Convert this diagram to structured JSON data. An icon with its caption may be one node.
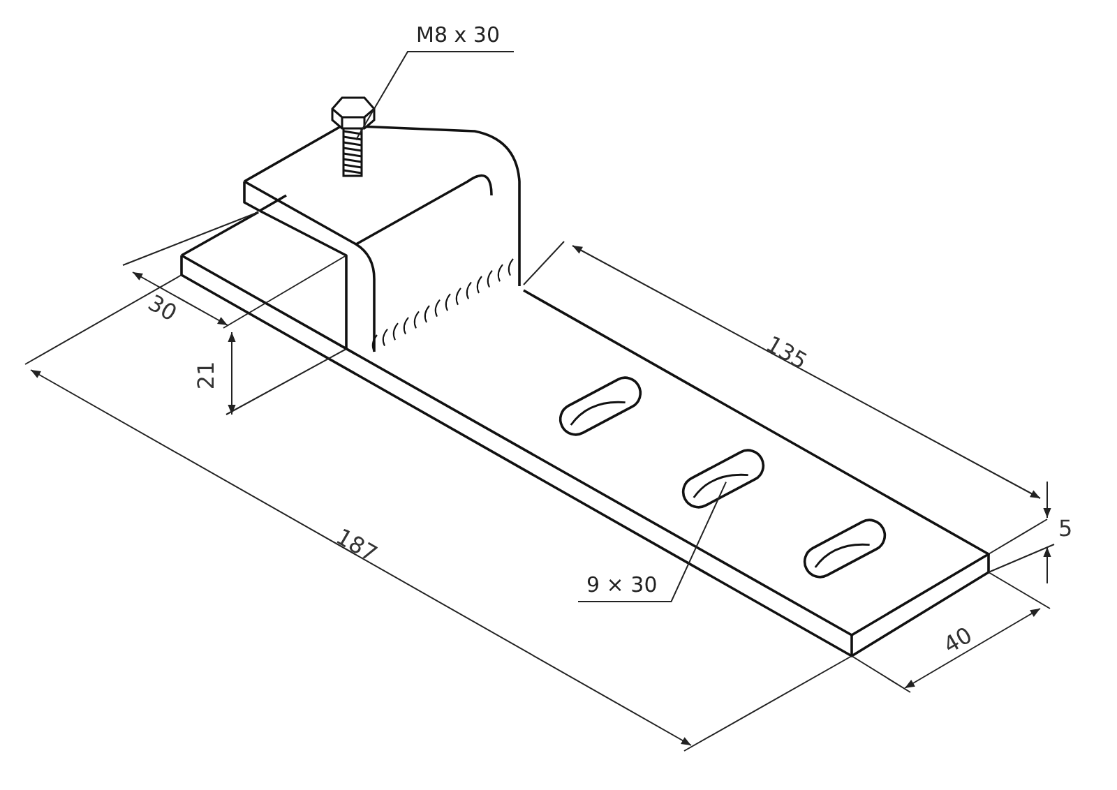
{
  "diagram": {
    "nodes": [
      {
        "text": [
          "M8 x 30"
        ]
      },
      {
        "text": [],
        "shape": "picture"
      },
      {
        "text": [
          "9 × 30"
        ]
      },
      {
        "text": [],
        "shape": "picture"
      }
    ],
    "edges": [
      {
        "from": 0,
        "to": 1,
        "arrow": "none"
      },
      {
        "from": 2,
        "to": 3,
        "arrow": "none"
      }
    ],
    "labels": [
      "30",
      "135",
      "21",
      "5",
      "187",
      "40"
    ]
  }
}
